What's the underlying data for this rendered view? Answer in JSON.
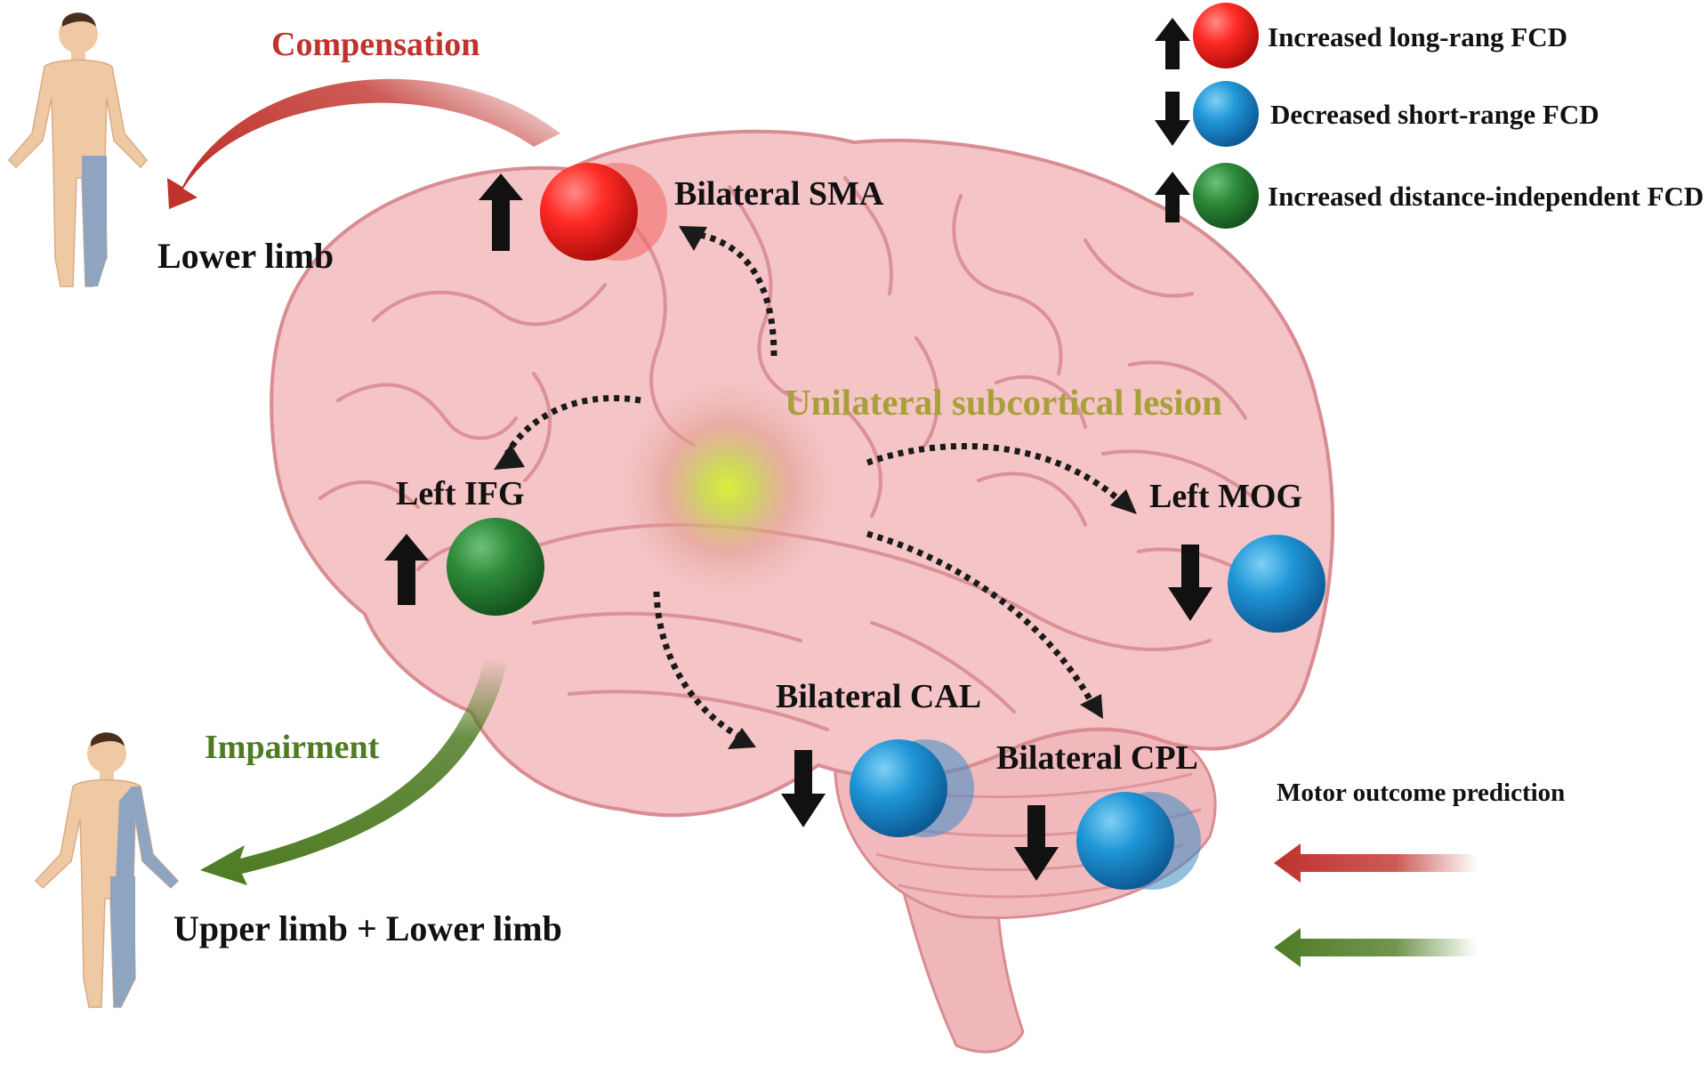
{
  "legend": {
    "items": [
      {
        "direction": "up",
        "color": "#e8312e",
        "label": "Increased long-rang FCD"
      },
      {
        "direction": "down",
        "color": "#1f8fd0",
        "label": "Decreased short-range FCD"
      },
      {
        "direction": "up",
        "color": "#2e8a3c",
        "label": "Increased distance-independent FCD"
      }
    ]
  },
  "regions": {
    "sma": "Bilateral SMA",
    "ifg": "Left IFG",
    "mog": "Left MOG",
    "cal": "Bilateral CAL",
    "cpl": "Bilateral CPL"
  },
  "lesion": "Unilateral subcortical lesion",
  "outcomes": {
    "compensation": "Compensation",
    "impairment": "Impairment",
    "lower_limb": "Lower limb",
    "upper_lower_limb": "Upper limb + Lower limb"
  },
  "prediction": {
    "label": "Motor outcome prediction"
  },
  "colors": {
    "brain_fill": "#f4c4c6",
    "brain_stroke": "#d98c92",
    "compensation": "#c0322c",
    "impairment": "#4e7b23",
    "lesion_glow": "#c8e63a",
    "affected_limb": "#8ea4c0",
    "skin": "#efc9a4"
  }
}
